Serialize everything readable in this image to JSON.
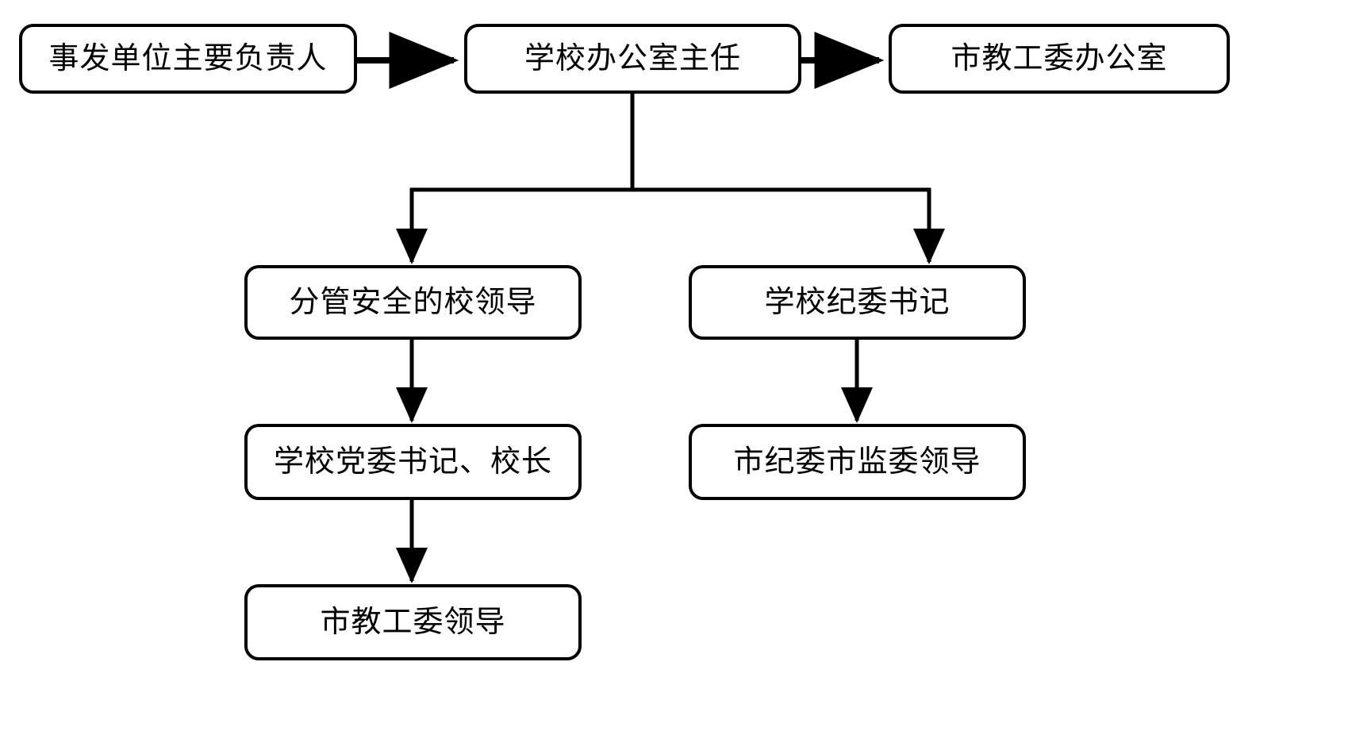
{
  "diagram": {
    "type": "flowchart",
    "orientation": "top-down",
    "background_color": "#ffffff",
    "line_color": "#000000",
    "node_fill_color": "#ffffff",
    "node_border_color": "#000000",
    "text_color": "#000000",
    "nodes": [
      {
        "id": "incident-unit-head",
        "label": "事发单位主要负责人",
        "row": 1,
        "column": 1
      },
      {
        "id": "school-office-director",
        "label": "学校办公室主任",
        "row": 1,
        "column": 2
      },
      {
        "id": "city-edu-committee-office",
        "label": "市教工委办公室",
        "row": 1,
        "column": 3
      },
      {
        "id": "safety-school-leader",
        "label": "分管安全的校领导",
        "row": 2,
        "column": 1
      },
      {
        "id": "school-discipline-secretary",
        "label": "学校纪委书记",
        "row": 2,
        "column": 2
      },
      {
        "id": "school-party-secretary-principal",
        "label": "学校党委书记、校长",
        "row": 3,
        "column": 1
      },
      {
        "id": "city-discipline-supervision-leader",
        "label": "市纪委市监委领导",
        "row": 3,
        "column": 2
      },
      {
        "id": "city-edu-committee-leader",
        "label": "市教工委领导",
        "row": 4,
        "column": 1
      }
    ],
    "edges": [
      {
        "from": "incident-unit-head",
        "to": "school-office-director",
        "style": "straight-horizontal",
        "arrow": true
      },
      {
        "from": "school-office-director",
        "to": "city-edu-committee-office",
        "style": "straight-horizontal",
        "arrow": true
      },
      {
        "from": "school-office-director",
        "to": "safety-school-leader",
        "style": "elbow-down-left",
        "arrow": true
      },
      {
        "from": "school-office-director",
        "to": "school-discipline-secretary",
        "style": "elbow-down-right",
        "arrow": true
      },
      {
        "from": "safety-school-leader",
        "to": "school-party-secretary-principal",
        "style": "straight-vertical",
        "arrow": true
      },
      {
        "from": "school-discipline-secretary",
        "to": "city-discipline-supervision-leader",
        "style": "straight-vertical",
        "arrow": true
      },
      {
        "from": "school-party-secretary-principal",
        "to": "city-edu-committee-leader",
        "style": "straight-vertical",
        "arrow": true
      }
    ]
  }
}
